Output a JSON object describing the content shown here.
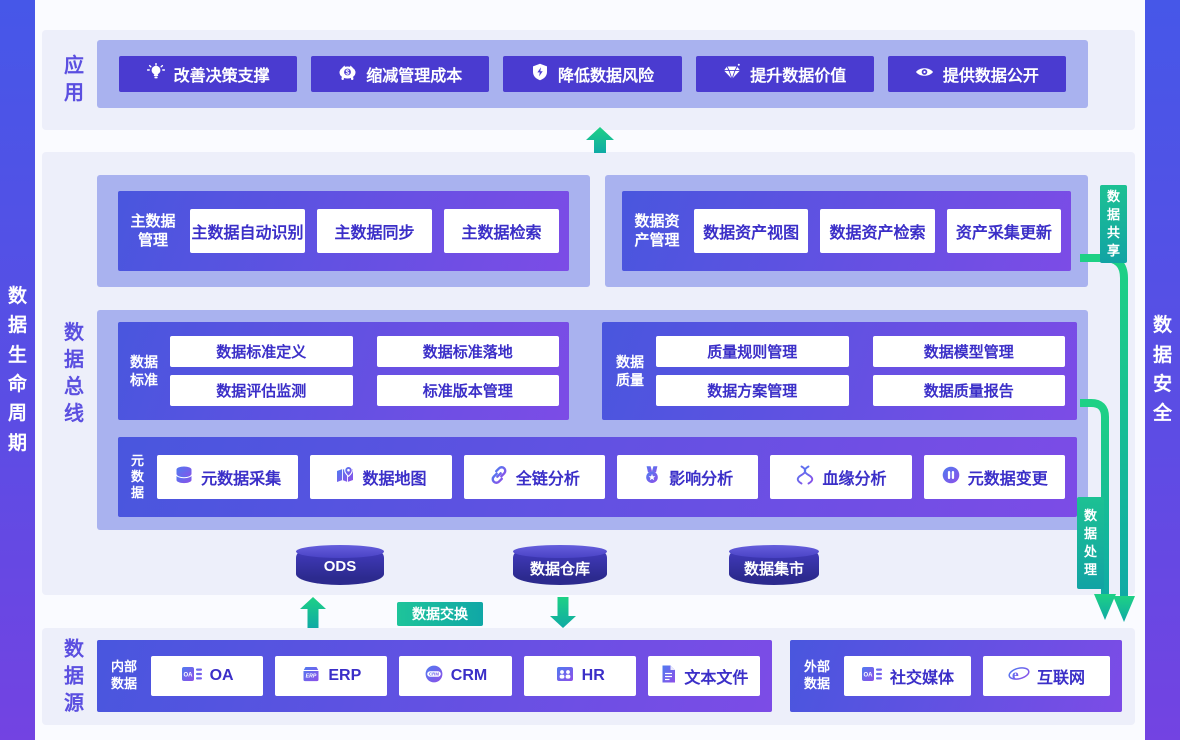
{
  "colors": {
    "side_bar_gradient": [
      "#4657e8",
      "#7343e2"
    ],
    "section_bg": "#edeffa",
    "band_bg": "#a9b2ef",
    "module_gradient": [
      "#4956de",
      "#7c4ce6"
    ],
    "app_chip_bg": "#4a3bd0",
    "chip_text": "#3b2fc8",
    "flow_green": "#1ed185",
    "flow_teal": "#0faaa5",
    "cylinder_bg": "#2c2a8e"
  },
  "left_bar": {
    "label": "数据生命周期"
  },
  "right_bar": {
    "label": "数据安全"
  },
  "app": {
    "label": "应用",
    "buttons": [
      {
        "icon": "lightbulb-icon",
        "label": "改善决策支撑"
      },
      {
        "icon": "piggy-bank-icon",
        "label": "缩减管理成本"
      },
      {
        "icon": "shield-bolt-icon",
        "label": "降低数据风险"
      },
      {
        "icon": "gem-icon",
        "label": "提升数据价值"
      },
      {
        "icon": "eye-icon",
        "label": "提供数据公开"
      }
    ]
  },
  "bus": {
    "label": "数据总线",
    "master_data": {
      "label": "主数据管理",
      "items": [
        "主数据自动识别",
        "主数据同步",
        "主数据检索"
      ]
    },
    "asset": {
      "label": "数据资产管理",
      "items": [
        "数据资产视图",
        "数据资产检索",
        "资产采集更新"
      ]
    },
    "standard": {
      "label": "数据标准",
      "items": [
        "数据标准定义",
        "数据标准落地",
        "数据评估监测",
        "标准版本管理"
      ]
    },
    "quality": {
      "label": "数据质量",
      "items": [
        "质量规则管理",
        "数据模型管理",
        "数据方案管理",
        "数据质量报告"
      ]
    },
    "metadata": {
      "label": "元数据",
      "items": [
        {
          "icon": "database-icon",
          "label": "元数据采集"
        },
        {
          "icon": "map-pin-icon",
          "label": "数据地图"
        },
        {
          "icon": "link-icon",
          "label": "全链分析"
        },
        {
          "icon": "medal-star-icon",
          "label": "影响分析"
        },
        {
          "icon": "dna-icon",
          "label": "血缘分析"
        },
        {
          "icon": "metadata-change-icon",
          "label": "元数据变更"
        }
      ]
    },
    "stores": [
      "ODS",
      "数据仓库",
      "数据集市"
    ]
  },
  "flows": {
    "share": "数据共享",
    "process": "数据处理",
    "exchange": "数据交换"
  },
  "source": {
    "label": "数据源",
    "internal": {
      "label": "内部数据",
      "items": [
        {
          "icon": "oa-icon",
          "label": "OA"
        },
        {
          "icon": "erp-icon",
          "label": "ERP"
        },
        {
          "icon": "crm-icon",
          "label": "CRM"
        },
        {
          "icon": "hr-icon",
          "label": "HR"
        },
        {
          "icon": "text-file-icon",
          "label": "文本文件"
        }
      ]
    },
    "external": {
      "label": "外部数据",
      "items": [
        {
          "icon": "social-media-icon",
          "label": "社交媒体"
        },
        {
          "icon": "internet-icon",
          "label": "互联网"
        }
      ]
    }
  }
}
